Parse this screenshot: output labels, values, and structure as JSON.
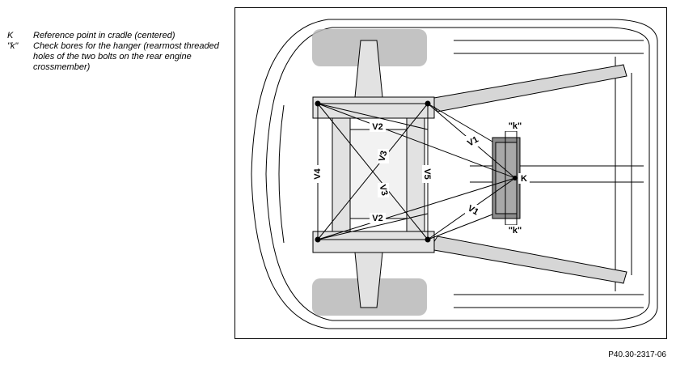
{
  "legend": [
    {
      "key": "K",
      "text": "Reference point in cradle (centered)"
    },
    {
      "key": "\"k\"",
      "text": "Check bores for the hanger (rearmost threaded holes of the two bolts on the rear engine crossmember)"
    }
  ],
  "diagram": {
    "labels": {
      "v1_top": "V1",
      "v1_bottom": "V1",
      "v2_top": "V2",
      "v2_bottom": "V2",
      "v3_top": "V3",
      "v3_bottom": "V3",
      "v4": "V4",
      "v5": "V5",
      "k_point": "K",
      "k_bore_top": "\"k\"",
      "k_bore_bottom": "\"k\""
    }
  },
  "figure_ref": "P40.30-2317-06"
}
